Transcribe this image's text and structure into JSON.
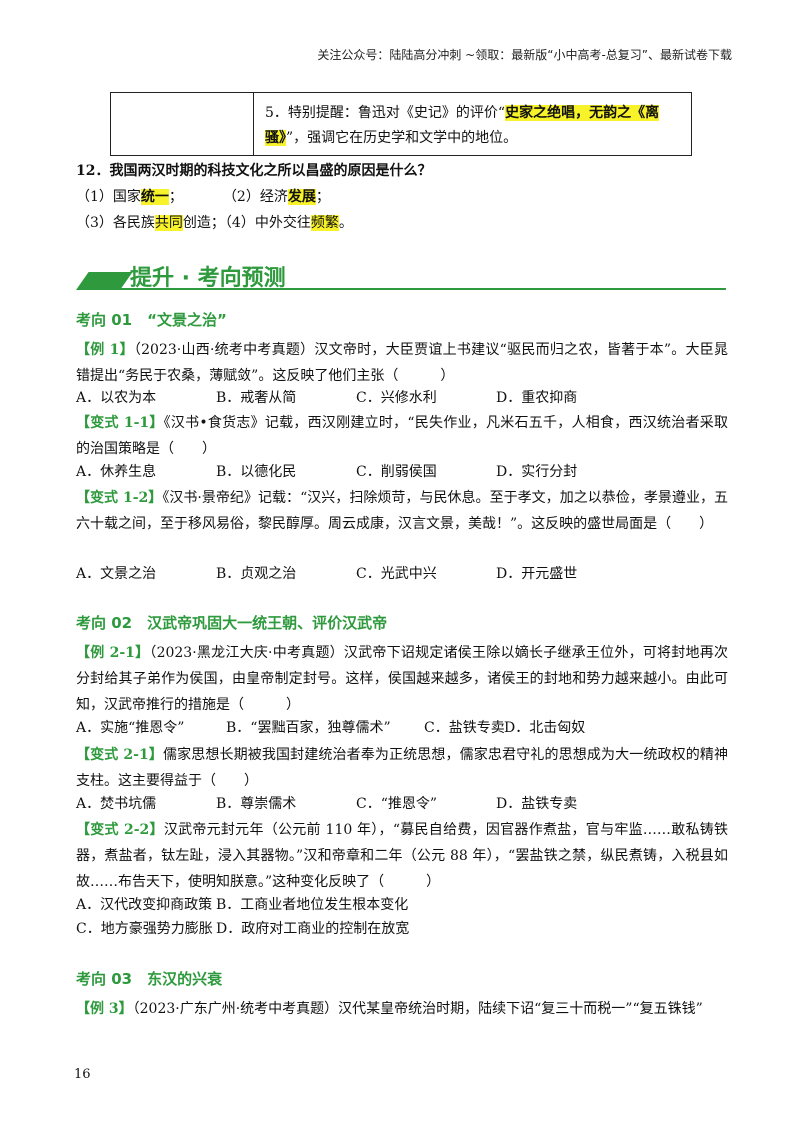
{
  "header_note": "关注公众号：陆陆高分冲刺  ~领取：最新版“小中高考-总复习”、最新试卷下载",
  "table": {
    "pre": "5．特别提醒：鲁迅对《史记》的评价“",
    "highlight": "史家之绝唱，无韵之《离骚》",
    "post": "”，强调它在历史学和文学中的地位。"
  },
  "q12": {
    "title": "12．我国两汉时期的科技文化之所以昌盛的原因是什么？",
    "a1_pre": "（1）国家",
    "a1_hl": "统一",
    "a1_post": "；",
    "a2_pre": "（2）经济",
    "a2_hl": "发展",
    "a2_post": "；",
    "a3_pre": "（3）各民族",
    "a3_hl": "共同",
    "a3_post": "创造；",
    "a4_pre": "（4）中外交往",
    "a4_hl": "频繁",
    "a4_post": "。"
  },
  "section_title": "提升 · 考向预测",
  "topics": [
    {
      "label": "考向 01　“文景之治”"
    },
    {
      "label": "考向 02　汉武帝巩固大一统王朝、评价汉武帝"
    },
    {
      "label": "考向 03　东汉的兴衰"
    }
  ],
  "ex1": {
    "tag": "【例 1】",
    "text": "（2023·山西·统考中考真题）汉文帝时，大臣贾谊上书建议“驱民而归之农，皆著于本”。大臣晁错提出“务民于农桑，薄赋敛”。这反映了他们主张（　　　）",
    "options": [
      "A．以农为本",
      "B．戒奢从简",
      "C．兴修水利",
      "D．重农抑商"
    ]
  },
  "v11": {
    "tag": "【变式 1-1】",
    "text": "《汉书•食货志》记载，西汉刚建立时，“民失作业，凡米石五千，人相食，西汉统治者采取的治国策略是（　　）",
    "options": [
      "A．休养生息",
      "B．以德化民",
      "C．削弱侯国",
      "D．实行分封"
    ]
  },
  "v12": {
    "tag": "【变式 1-2】",
    "text": "《汉书·景帝纪》记载：“汉兴，扫除烦苛，与民休息。至于孝文，加之以恭俭，孝景遵业，五六十载之间，至于移风易俗，黎民醇厚。周云成康，汉言文景，美哉！”。这反映的盛世局面是（　　）",
    "options": [
      "A．文景之治",
      "B．贞观之治",
      "C．光武中兴",
      "D．开元盛世"
    ]
  },
  "ex21": {
    "tag": "【例 2-1】",
    "text": "（2023·黑龙江大庆·中考真题）汉武帝下诏规定诸侯王除以嫡长子继承王位外，可将封地再次分封给其子弟作为侯国，由皇帝制定封号。这样，侯国越来越多，诸侯王的封地和势力越来越小。由此可知，汉武帝推行的措施是（　　　）",
    "options": [
      "A．实施“推恩令”",
      "B．“罢黜百家，独尊儒术”",
      "C．盐铁专卖",
      "D．北击匈奴"
    ]
  },
  "v21": {
    "tag": "【变式 2-1】",
    "text": "儒家思想长期被我国封建统治者奉为正统思想，儒家忠君守礼的思想成为大一统政权的精神支柱。这主要得益于（　　）",
    "options": [
      "A．焚书坑儒",
      "B．尊崇儒术",
      "C．“推恩令”",
      "D．盐铁专卖"
    ]
  },
  "v22": {
    "tag": "【变式 2-2】",
    "text": "汉武帝元封元年（公元前 110 年），“募民自给费，因官器作煮盐，官与牢监……敢私铸铁器，煮盐者，钛左趾，浸入其器物。”汉和帝章和二年（公元 88 年），“罢盐铁之禁，纵民煮铸，入税县如故……布告天下，使明知朕意。”这种变化反映了（　　　）",
    "options": [
      "A．汉代改变抑商政策",
      "B．工商业者地位发生根本变化",
      "C．地方豪强势力膨胀",
      "D．政府对工商业的控制在放宽"
    ]
  },
  "ex3": {
    "tag": "【例 3】",
    "text": "（2023·广东广州·统考中考真题）汉代某皇帝统治时期，陆续下诏“复三十而税一”“复五铢钱”"
  },
  "page_number": "16",
  "colors": {
    "accent": "#2e9a3d",
    "highlight": "#f7f22a"
  }
}
